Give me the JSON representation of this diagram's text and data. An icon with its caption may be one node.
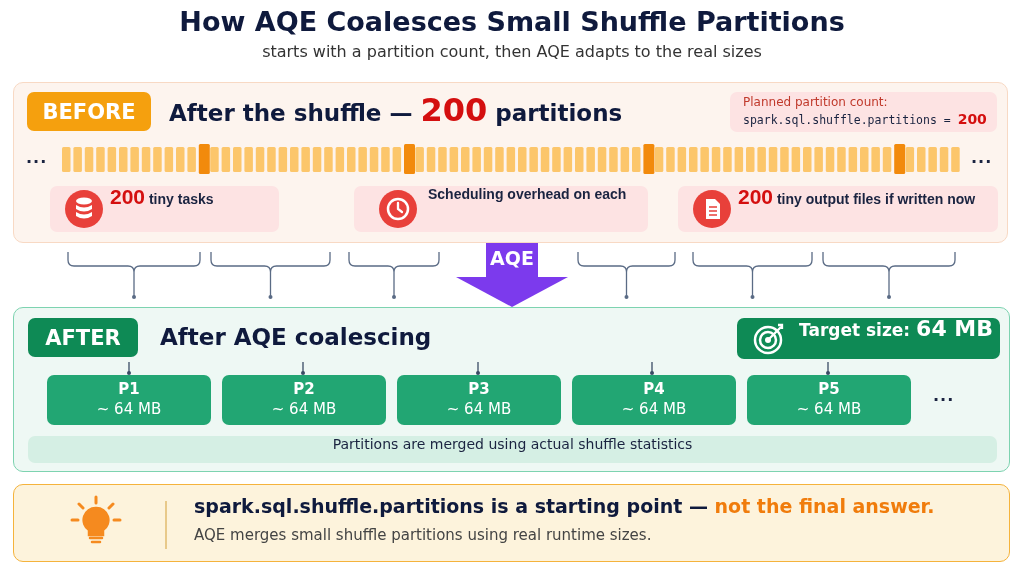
{
  "diagram": {
    "title": "How AQE Coalesces Small Shuffle Partitions",
    "nodes": [
      {
        "text": [
          "After the shuffle — **200** partitions"
        ]
      },
      {
        "text": [
          "BEFORE"
        ],
        "in": 0
      },
      {
        "text": [
          "Planned partition count:",
          "spark.sql.shuffle.partitions = **200**"
        ],
        "in": 0
      },
      {
        "text": [
          "**200** tiny tasks"
        ],
        "in": 0
      },
      {
        "text": [
          "Scheduling overhead on each"
        ],
        "in": 0
      },
      {
        "text": [
          "**200** tiny output files if written now"
        ],
        "in": 0
      },
      {
        "text": [
          "After AQE coalescing"
        ]
      },
      {
        "text": [
          "AFTER"
        ],
        "in": 6
      },
      {
        "text": [
          "Target size: **64 MB**"
        ],
        "in": 6
      },
      {
        "text": [
          "P1",
          "~ 64 MB"
        ],
        "in": 6
      },
      {
        "text": [
          "P2",
          "~ 64 MB"
        ],
        "in": 6
      },
      {
        "text": [
          "P3",
          "~ 64 MB"
        ],
        "in": 6
      },
      {
        "text": [
          "P4",
          "~ 64 MB"
        ],
        "in": 6
      },
      {
        "text": [
          "P5",
          "~ 64 MB"
        ],
        "in": 6
      },
      {
        "text": [
          "Partitions are merged using actual shuffle statistics"
        ],
        "in": 6
      },
      {
        "text": [
          "spark.sql.shuffle.partitions is a starting point — **not the final answer.**",
          "AQE merges small shuffle partitions using real runtime sizes."
        ]
      }
    ],
    "edges": [
      {
        "from": 0,
        "to": 6,
        "label": "AQE",
        "arrow": "to"
      }
    ],
    "labels": [
      "starts with a partition count, then AQE adapts to the real sizes",
      "...",
      "...",
      "..."
    ]
  }
}
